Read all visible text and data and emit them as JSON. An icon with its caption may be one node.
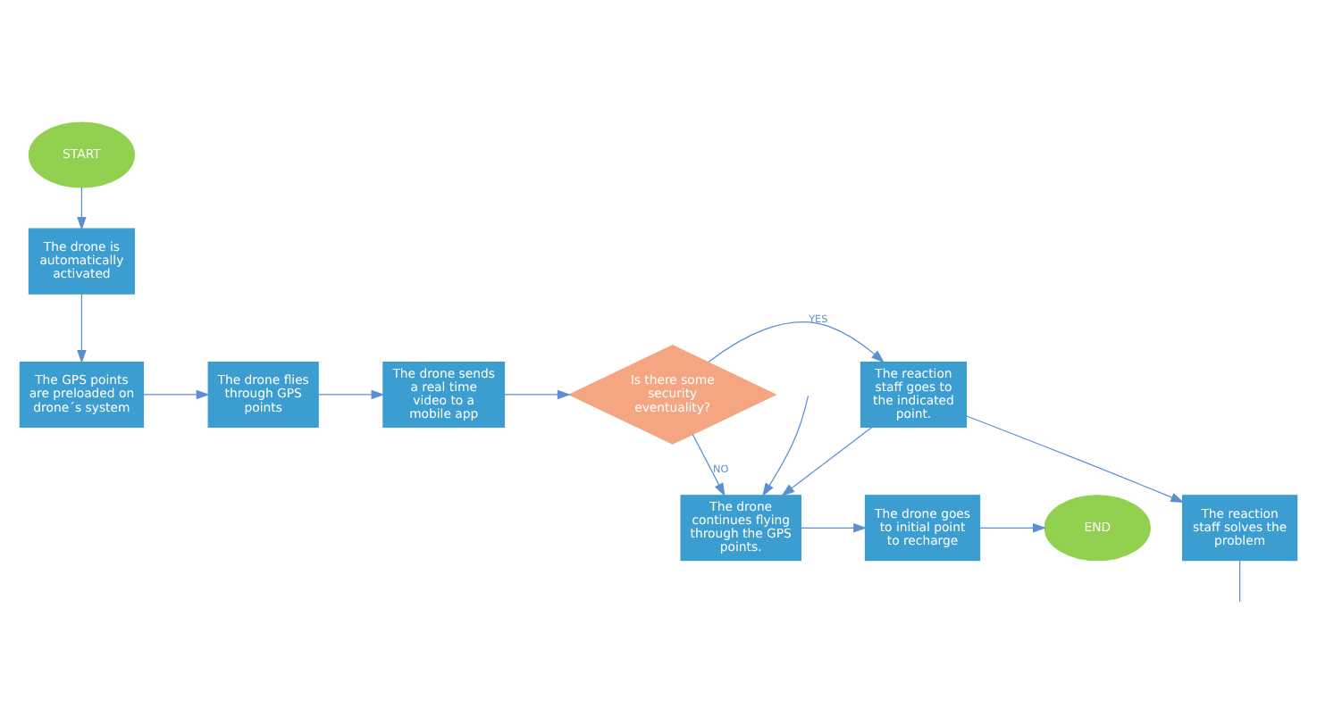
{
  "diagram": {
    "nodes": [
      {
        "text": [
          "START"
        ]
      },
      {
        "text": [
          "The drone is automatically activated"
        ]
      },
      {
        "text": [
          "The GPS points are preloaded on drone´s system"
        ]
      },
      {
        "text": [
          "The drone flies through GPS points"
        ]
      },
      {
        "text": [
          "The drone sends a real time video to a mobile app"
        ]
      },
      {
        "text": [
          "Is there some security eventuality?"
        ]
      },
      {
        "text": [
          "The reaction staff goes to the indicated point."
        ]
      },
      {
        "text": [
          "The reaction staff solves the problem"
        ]
      },
      {
        "text": [
          "The drone continues flying through the GPS points."
        ]
      },
      {
        "text": [
          "The drone goes to initial point to recharge"
        ]
      },
      {
        "text": [
          "END"
        ]
      }
    ],
    "edges": [
      {
        "from": 0,
        "to": 1,
        "arrow": "to"
      },
      {
        "from": 1,
        "to": 2,
        "arrow": "to"
      },
      {
        "from": 2,
        "to": 3,
        "arrow": "to"
      },
      {
        "from": 3,
        "to": 4,
        "arrow": "to"
      },
      {
        "from": 4,
        "to": 5,
        "arrow": "to"
      },
      {
        "from": 5,
        "to": 6,
        "arrow": "to",
        "label": "YES"
      },
      {
        "from": 5,
        "to": 8,
        "arrow": "to",
        "label": "NO"
      },
      {
        "from": 6,
        "to": 7,
        "arrow": "to"
      },
      {
        "from": 6,
        "to": 8,
        "arrow": "to"
      },
      {
        "from": 8,
        "to": 9,
        "arrow": "to"
      },
      {
        "from": 9,
        "to": 10,
        "arrow": "to"
      },
      {
        "from": 7,
        "to": null,
        "arrow": "none"
      },
      {
        "from": null,
        "to": 8,
        "arrow": "to"
      }
    ]
  }
}
